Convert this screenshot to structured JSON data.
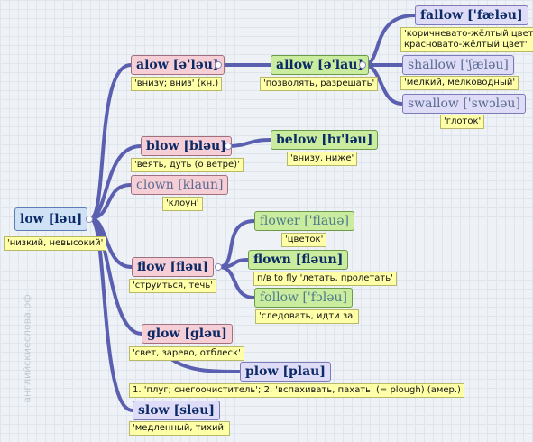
{
  "watermark": "английскиеслова.рф",
  "nodes": {
    "low": {
      "word": "low",
      "ipa": "[ləu]",
      "gloss": "'низкий, невысокий'"
    },
    "alow": {
      "word": "alow",
      "ipa": "[ə'ləu]",
      "gloss": "'внизу; вниз' (кн.)"
    },
    "allow": {
      "word": "allow",
      "ipa": "[ə'lau]",
      "gloss": "'позволять, разрешать'"
    },
    "fallow": {
      "word": "fallow",
      "ipa": "['fæləu]",
      "gloss": "'коричневато-жёлтый цвет;\nкрасновато-жёлтый цвет'"
    },
    "shallow": {
      "word": "shallow",
      "ipa": "['ʃæləu]",
      "gloss": "'мелкий, мелководный'"
    },
    "swallow": {
      "word": "swallow",
      "ipa": "['swɔləu]",
      "gloss": "'глоток'"
    },
    "blow": {
      "word": "blow",
      "ipa": "[bləu]",
      "gloss": "'веять, дуть (о ветре)'"
    },
    "below": {
      "word": "below",
      "ipa": "[bɪ'ləu]",
      "gloss": "'внизу, ниже'"
    },
    "clown": {
      "word": "clown",
      "ipa": "[klaun]",
      "gloss": "'клоун'"
    },
    "flow": {
      "word": "flow",
      "ipa": "[fləu]",
      "gloss": "'струиться, течь'"
    },
    "flower": {
      "word": "flower",
      "ipa": "['flauə]",
      "gloss": "'цветок'"
    },
    "flown": {
      "word": "flown",
      "ipa": "[fləun]",
      "gloss": "п/в to fly 'летать, пролетать'"
    },
    "follow": {
      "word": "follow",
      "ipa": "['fɔləu]",
      "gloss": "'следовать, идти за'"
    },
    "glow": {
      "word": "glow",
      "ipa": "[gləu]",
      "gloss": "'свет, зарево, отблеск'"
    },
    "plow": {
      "word": "plow",
      "ipa": "[plau]",
      "gloss": "1. 'плуг; снегоочиститель'; 2. 'вспахивать, пахать' (= plough) (амер.)"
    },
    "slow": {
      "word": "slow",
      "ipa": "[sləu]",
      "gloss": "'медленный, тихий'"
    }
  },
  "colors": {
    "link": "#5b5fb0",
    "root": "#cfe1f4",
    "level1": "#f6cfd6",
    "level2": "#c9ec9e",
    "level3": "#dedcf6",
    "gloss": "#ffffa8"
  }
}
